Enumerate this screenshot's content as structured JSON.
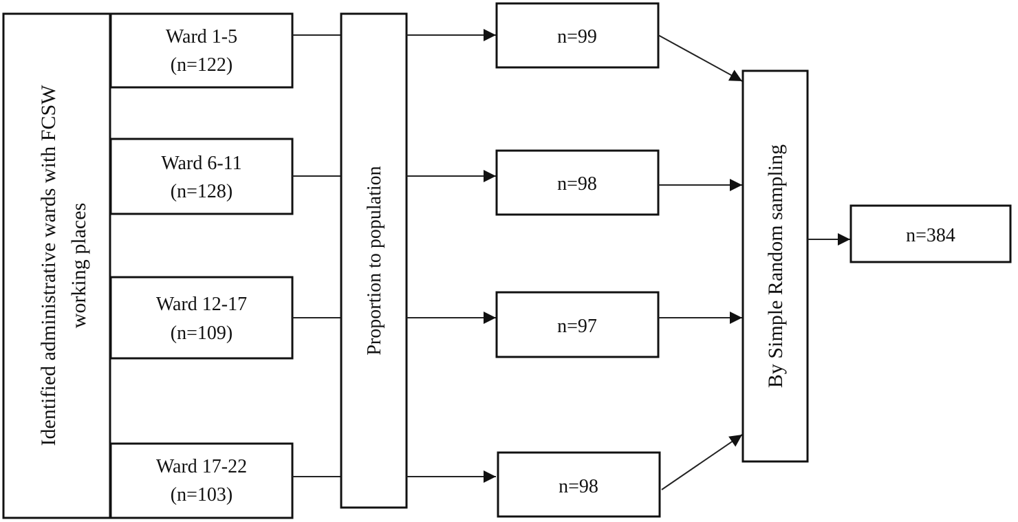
{
  "diagram": {
    "type": "flowchart",
    "description": "Multistage sampling procedure",
    "source": {
      "label_line1": "Identified administrative wards with FCSW",
      "label_line2": "working places"
    },
    "wards": [
      {
        "label": "Ward 1-5",
        "count": "(n=122)"
      },
      {
        "label": "Ward 6-11",
        "count": "(n=128)"
      },
      {
        "label": "Ward 12-17",
        "count": "(n=109)"
      },
      {
        "label": "Ward 17-22",
        "count": "(n=103)"
      }
    ],
    "allocation": {
      "label": "Proportion to population"
    },
    "samples": [
      {
        "label": "n=99"
      },
      {
        "label": "n=98"
      },
      {
        "label": "n=97"
      },
      {
        "label": "n=98"
      }
    ],
    "method": {
      "label": "By Simple Random sampling"
    },
    "total": {
      "label": "n=384"
    }
  }
}
